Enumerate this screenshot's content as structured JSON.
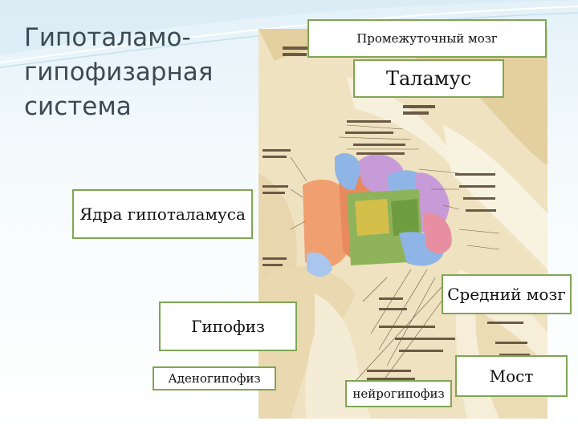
{
  "slide": {
    "title_lines": [
      "Гипоталамо-",
      "гипофизарная",
      "система"
    ]
  },
  "labels": {
    "diencephalon": "Промежуточный мозг",
    "thalamus": "Таламус",
    "hypothalamic_nuclei": "Ядра гипоталамуса",
    "midbrain": "Средний мозг",
    "hypophysis": "Гипофиз",
    "adenohypophysis": "Аденогипофиз",
    "neurohypophysis": "нейрогипофиз",
    "pons": "Мост"
  },
  "colors": {
    "label_border": "#7fa653",
    "title_text": "#3b4a55",
    "nucleus_orange": "#f0a070",
    "nucleus_blue": "#8fb4e6",
    "nucleus_purple": "#c79bd8",
    "nucleus_green": "#8fb35a",
    "nucleus_pink": "#e78fa0",
    "nucleus_yellow": "#e8d56a",
    "tissue": "#efe2c0"
  }
}
